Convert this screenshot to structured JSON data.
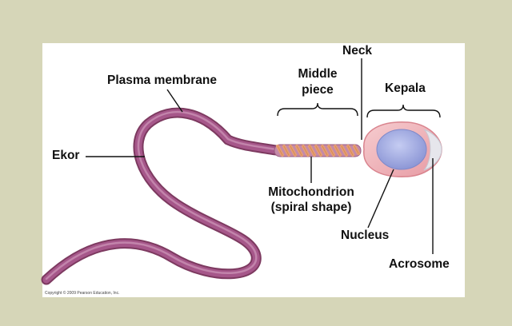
{
  "labels": {
    "neck": "Neck",
    "plasma_membrane": "Plasma membrane",
    "middle_piece_line1": "Middle",
    "middle_piece_line2": "piece",
    "kepala": "Kepala",
    "ekor": "Ekor",
    "mitochondrion_line1": "Mitochondrion",
    "mitochondrion_line2": "(spiral shape)",
    "nucleus": "Nucleus",
    "acrosome": "Acrosome"
  },
  "copyright": "Copyright © 2009 Pearson Education, Inc.",
  "colors": {
    "background": "#d6d6b8",
    "tail": "#9a4a76",
    "tail_highlight": "#b97aa3",
    "head": "#f0b8bd",
    "nucleus": "#a9b2e6",
    "acrosome": "#e6e6ec",
    "mitochondrion": "#e8a070"
  }
}
